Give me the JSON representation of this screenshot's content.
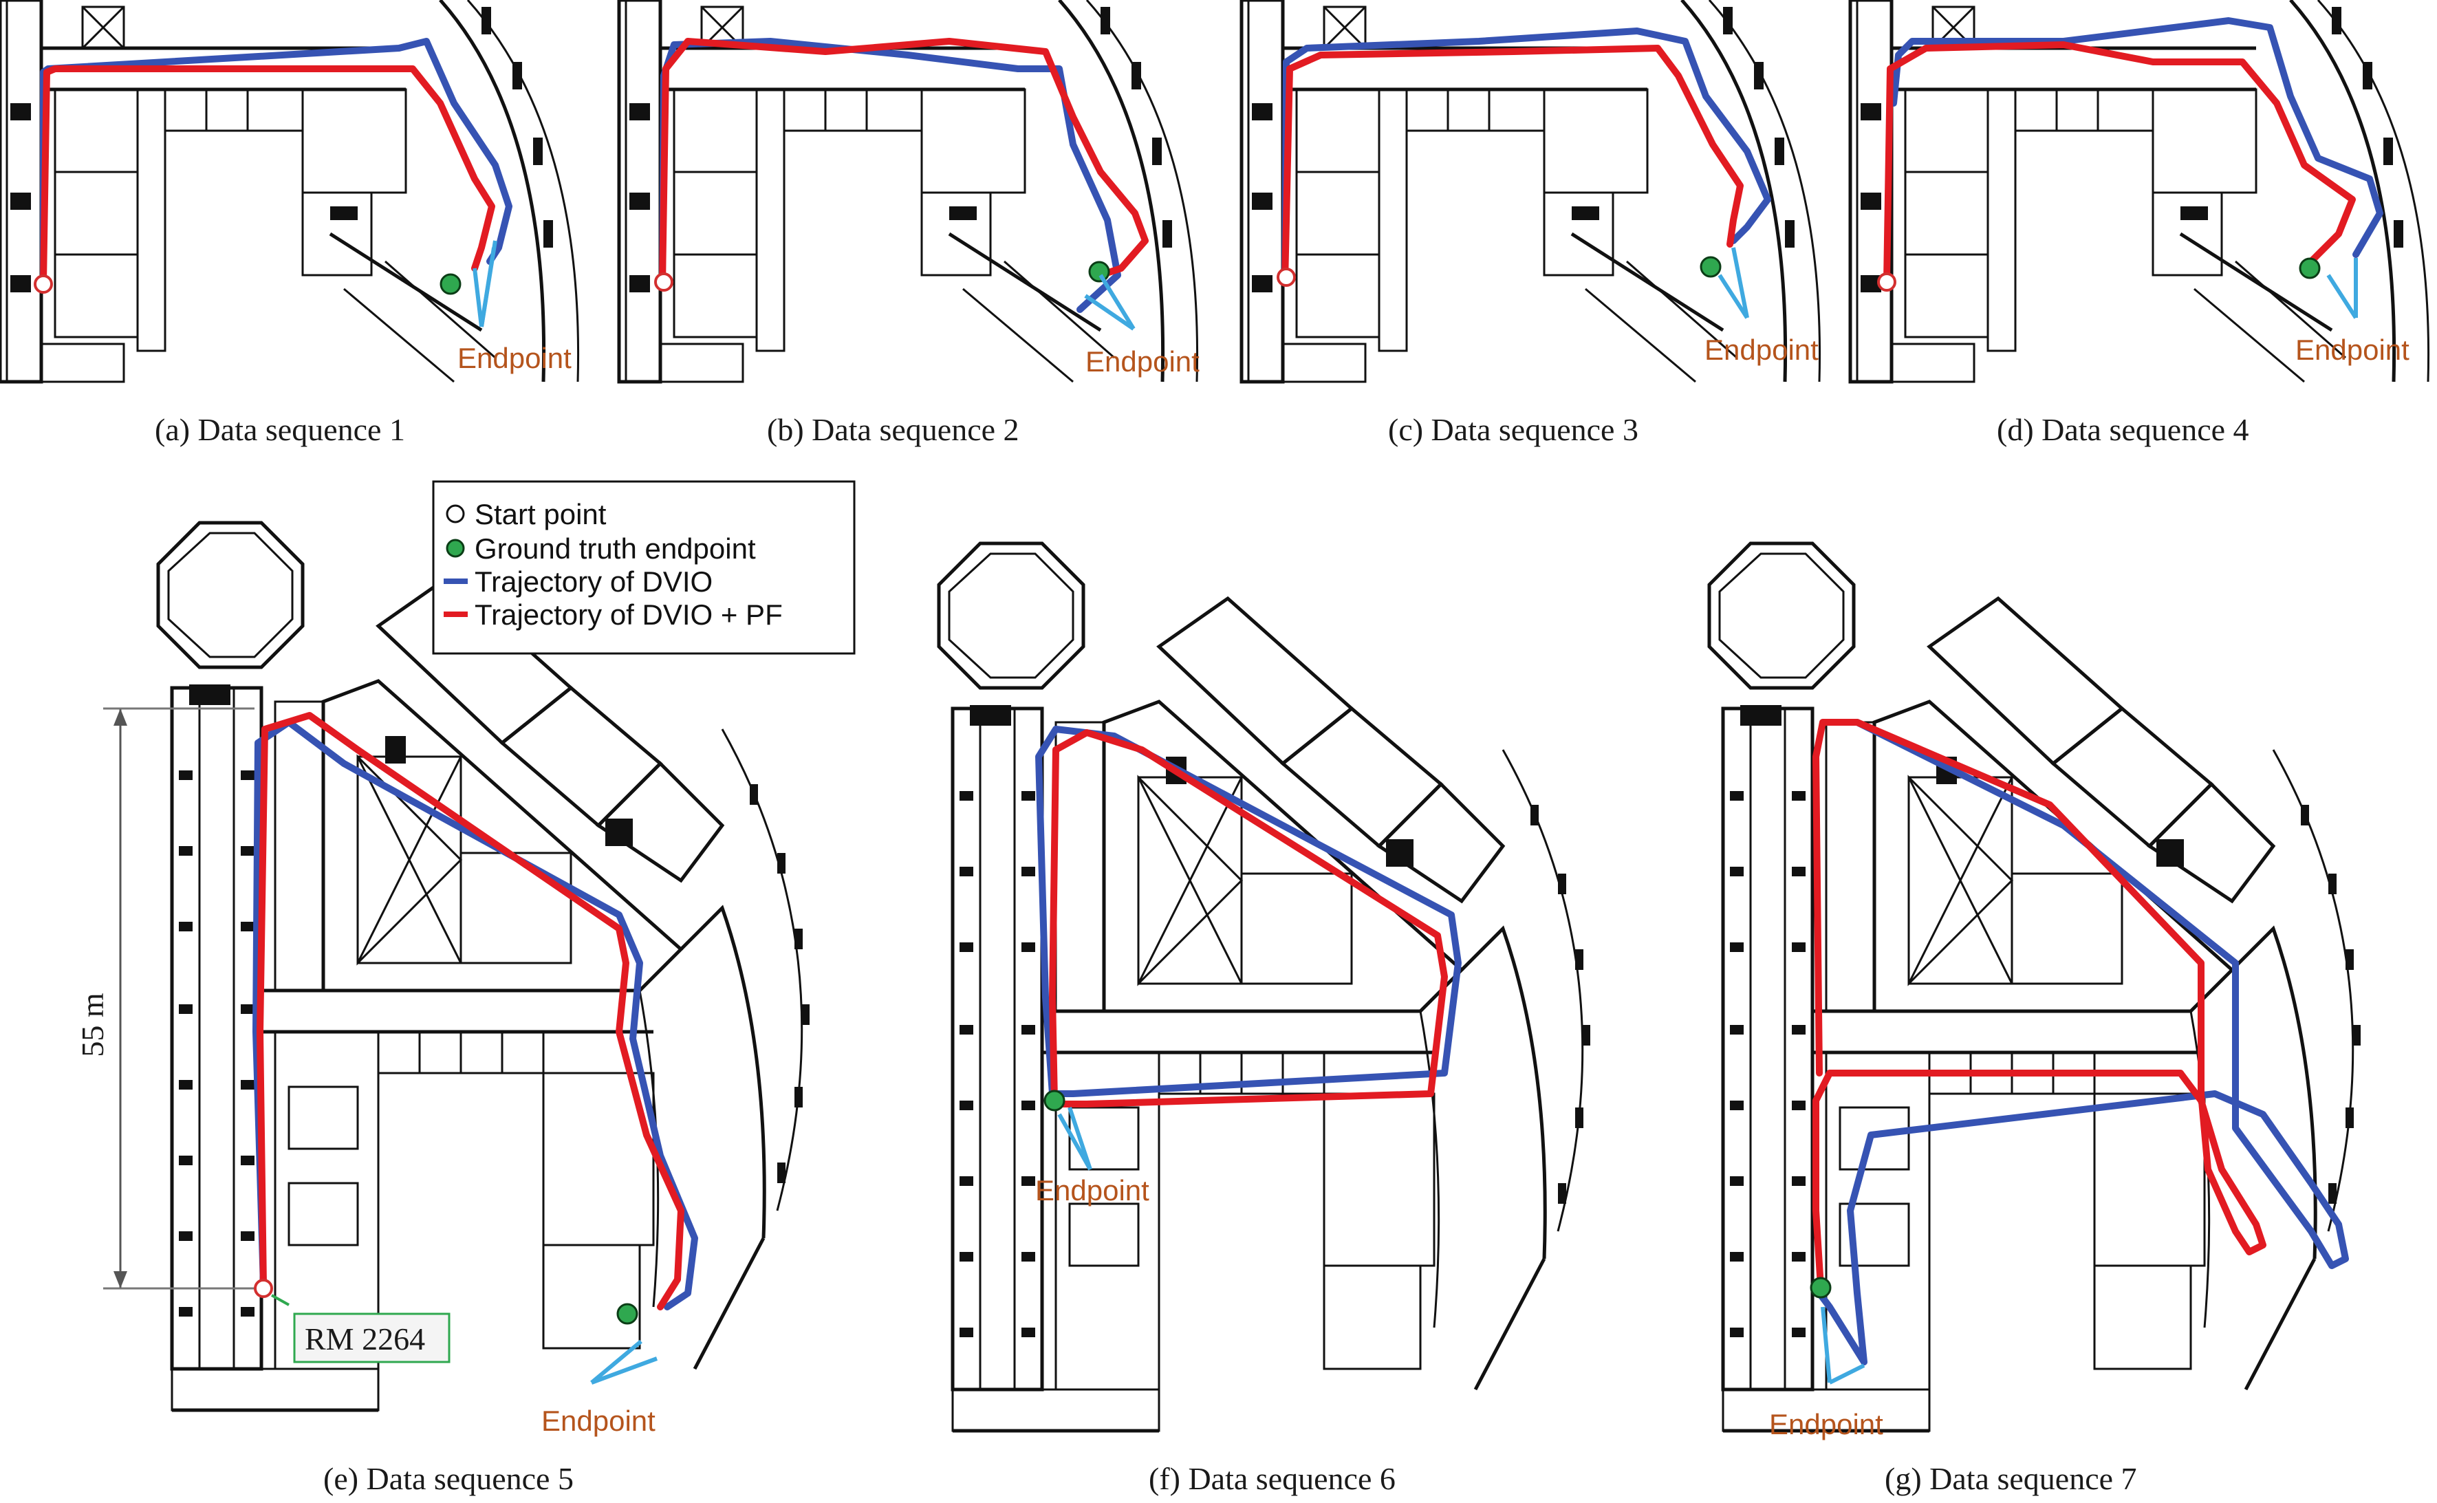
{
  "captions": {
    "a": "(a) Data sequence 1",
    "b": "(b) Data sequence 2",
    "c": "(c) Data sequence 3",
    "d": "(d) Data sequence 4",
    "e": "(e) Data sequence 5",
    "f": "(f) Data sequence 6",
    "g": "(g) Data sequence 7"
  },
  "endpoint_label": "Endpoint",
  "legend": {
    "start": "Start point",
    "ground_truth": "Ground truth endpoint",
    "dvio": "Trajectory of DVIO",
    "dvio_pf": "Trajectory of DVIO + PF"
  },
  "scale_label": "55 m",
  "room_label": "RM 2264",
  "colors": {
    "dvio": "#3653b3",
    "dvio_pf": "#e21b22",
    "ground_truth": "#2fa84f",
    "endpoint_text": "#b5541c",
    "arrow": "#3fa9e0"
  }
}
